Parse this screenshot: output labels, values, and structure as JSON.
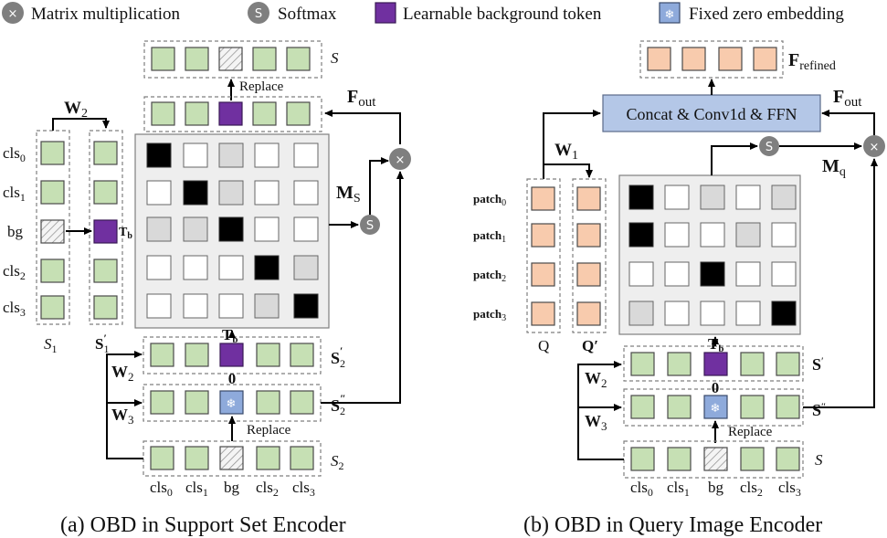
{
  "legend": {
    "matmul": "Matrix multiplication",
    "softmax": "Softmax",
    "learnable": "Learnable background token",
    "fixed_zero": "Fixed zero embedding",
    "matmul_symbol": "×",
    "softmax_symbol": "S",
    "snowflake": "❄"
  },
  "left": {
    "caption": "(a) OBD in Support Set Encoder",
    "tokens": [
      "cls0",
      "cls1",
      "bg",
      "cls2",
      "cls3"
    ],
    "row_labels": [
      {
        "base": "cls",
        "sub": "0"
      },
      {
        "base": "cls",
        "sub": "1"
      },
      {
        "base": "bg",
        "sub": ""
      },
      {
        "base": "cls",
        "sub": "2"
      },
      {
        "base": "cls",
        "sub": "3"
      }
    ],
    "col_S1": {
      "base": "S",
      "sub": "1"
    },
    "col_S1p": {
      "base": "S",
      "sub": "1",
      "sup": "′"
    },
    "w2_top": {
      "base": "W",
      "sub": "2"
    },
    "tb": {
      "base": "T",
      "sub": "b"
    },
    "replace": "Replace",
    "S_top": "S",
    "F_out": {
      "base": "F",
      "sub": "out"
    },
    "M_s": {
      "base": "M",
      "sub": "S"
    },
    "S2p": {
      "base": "S",
      "sub": "2",
      "sup": "′"
    },
    "S2pp": {
      "base": "S",
      "sub": "2",
      "sup": "″"
    },
    "S2": {
      "base": "S",
      "sub": "2"
    },
    "w2": {
      "base": "W",
      "sub": "2"
    },
    "w3": {
      "base": "W",
      "sub": "3"
    },
    "zero": "0",
    "tb_mid": {
      "base": "T",
      "sub": "b"
    },
    "replace_bottom": "Replace"
  },
  "right": {
    "caption": "(b) OBD in Query Image Encoder",
    "tokens": [
      "cls0",
      "cls1",
      "bg",
      "cls2",
      "cls3"
    ],
    "patch_labels": [
      {
        "base": "patch",
        "sub": "0"
      },
      {
        "base": "patch",
        "sub": "1"
      },
      {
        "base": "patch",
        "sub": "2"
      },
      {
        "base": "patch",
        "sub": "3"
      }
    ],
    "Q": "Q",
    "Qp": "Q′",
    "w1": {
      "base": "W",
      "sub": "1"
    },
    "concat": "Concat & Conv1d & FFN",
    "F_refined": {
      "base": "F",
      "sub": "refined"
    },
    "F_out": {
      "base": "F",
      "sub": "out"
    },
    "M_q": {
      "base": "M",
      "sub": "q"
    },
    "Sp": {
      "base": "S",
      "sup": "′"
    },
    "Spp": {
      "base": "S",
      "sup": "″"
    },
    "S": "S",
    "w2": {
      "base": "W",
      "sub": "2"
    },
    "w3": {
      "base": "W",
      "sub": "3"
    },
    "tb": {
      "base": "T",
      "sub": "b"
    },
    "zero": "0",
    "replace": "Replace"
  }
}
